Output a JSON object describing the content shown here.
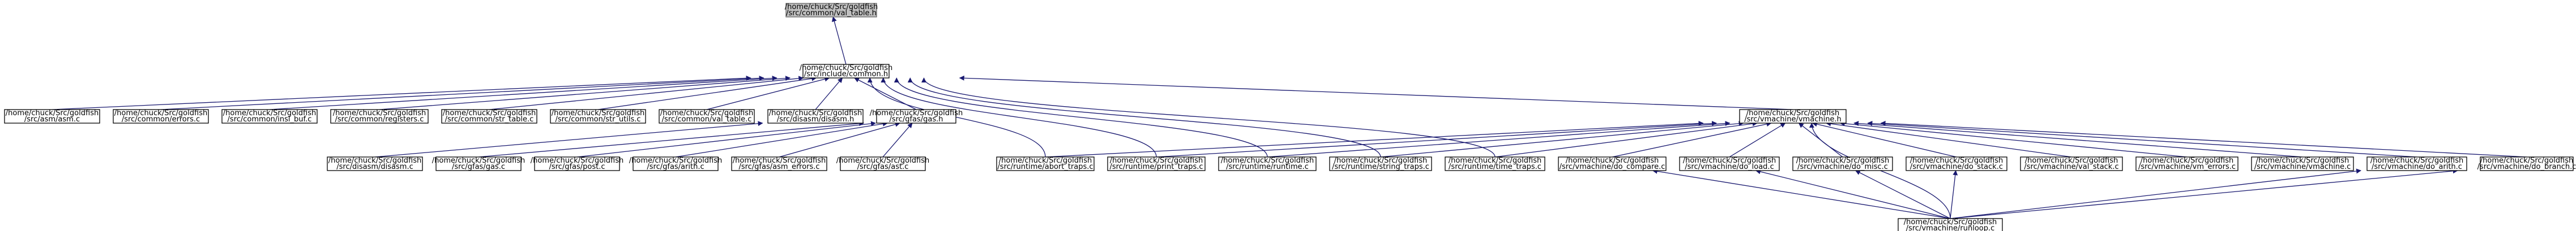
{
  "graph": {
    "colors": {
      "edge": "#191970",
      "root_fill": "#bfbfbf",
      "node_fill": "#ffffff",
      "node_border": "#000000"
    },
    "nodes": [
      {
        "id": "root",
        "lines": [
          "/home/chuck/Src/goldfish",
          "/src/common/val_table.h"
        ],
        "root": true
      },
      {
        "id": "common_h",
        "lines": [
          "/home/chuck/Src/goldfish",
          "/src/include/common.h"
        ]
      },
      {
        "id": "asm_c",
        "lines": [
          "/home/chuck/Src/goldfish",
          "/src/asm/asm.c"
        ]
      },
      {
        "id": "errors_c",
        "lines": [
          "/home/chuck/Src/goldfish",
          "/src/common/errors.c"
        ]
      },
      {
        "id": "insl_buf_c",
        "lines": [
          "/home/chuck/Src/goldfish",
          "/src/common/insl_buf.c"
        ]
      },
      {
        "id": "registers_c",
        "lines": [
          "/home/chuck/Src/goldfish",
          "/src/common/registers.c"
        ]
      },
      {
        "id": "str_table_c",
        "lines": [
          "/home/chuck/Src/goldfish",
          "/src/common/str_table.c"
        ]
      },
      {
        "id": "str_utils_c",
        "lines": [
          "/home/chuck/Src/goldfish",
          "/src/common/str_utils.c"
        ]
      },
      {
        "id": "val_table_c",
        "lines": [
          "/home/chuck/Src/goldfish",
          "/src/common/val_table.c"
        ]
      },
      {
        "id": "disasm_h",
        "lines": [
          "/home/chuck/Src/goldfish",
          "/src/disasm/disasm.h"
        ]
      },
      {
        "id": "gas_h",
        "lines": [
          "/home/chuck/Src/goldfish",
          "/src/gfas/gas.h"
        ]
      },
      {
        "id": "vm_h",
        "lines": [
          "/home/chuck/Src/goldfish",
          "/src/vmachine/vmachine.h"
        ]
      },
      {
        "id": "disasm_c",
        "lines": [
          "/home/chuck/Src/goldfish",
          "/src/disasm/disasm.c"
        ]
      },
      {
        "id": "gas_c",
        "lines": [
          "/home/chuck/Src/goldfish",
          "/src/gfas/gas.c"
        ]
      },
      {
        "id": "post_c",
        "lines": [
          "/home/chuck/Src/goldfish",
          "/src/gfas/post.c"
        ]
      },
      {
        "id": "arith_c",
        "lines": [
          "/home/chuck/Src/goldfish",
          "/src/gfas/arith.c"
        ]
      },
      {
        "id": "asm_errors_c",
        "lines": [
          "/home/chuck/Src/goldfish",
          "/src/gfas/asm_errors.c"
        ]
      },
      {
        "id": "ast_c",
        "lines": [
          "/home/chuck/Src/goldfish",
          "/src/gfas/ast.c"
        ]
      },
      {
        "id": "abort_traps_c",
        "lines": [
          "/home/chuck/Src/goldfish",
          "/src/runtime/abort_traps.c"
        ]
      },
      {
        "id": "print_traps_c",
        "lines": [
          "/home/chuck/Src/goldfish",
          "/src/runtime/print_traps.c"
        ]
      },
      {
        "id": "runtime_c",
        "lines": [
          "/home/chuck/Src/goldfish",
          "/src/runtime/runtime.c"
        ]
      },
      {
        "id": "string_traps_c",
        "lines": [
          "/home/chuck/Src/goldfish",
          "/src/runtime/string_traps.c"
        ]
      },
      {
        "id": "time_traps_c",
        "lines": [
          "/home/chuck/Src/goldfish",
          "/src/runtime/time_traps.c"
        ]
      },
      {
        "id": "do_compare_c",
        "lines": [
          "/home/chuck/Src/goldfish",
          "/src/vmachine/do_compare.c"
        ]
      },
      {
        "id": "do_load_c",
        "lines": [
          "/home/chuck/Src/goldfish",
          "/src/vmachine/do_load.c"
        ]
      },
      {
        "id": "do_misc_c",
        "lines": [
          "/home/chuck/Src/goldfish",
          "/src/vmachine/do_misc.c"
        ]
      },
      {
        "id": "do_stack_c",
        "lines": [
          "/home/chuck/Src/goldfish",
          "/src/vmachine/do_stack.c"
        ]
      },
      {
        "id": "val_stack_c",
        "lines": [
          "/home/chuck/Src/goldfish",
          "/src/vmachine/val_stack.c"
        ]
      },
      {
        "id": "vm_errors_c",
        "lines": [
          "/home/chuck/Src/goldfish",
          "/src/vmachine/vm_errors.c"
        ]
      },
      {
        "id": "vmachine_c",
        "lines": [
          "/home/chuck/Src/goldfish",
          "/src/vmachine/vmachine.c"
        ]
      },
      {
        "id": "do_arith_c",
        "lines": [
          "/home/chuck/Src/goldfish",
          "/src/vmachine/do_arith.c"
        ]
      },
      {
        "id": "do_branch_c",
        "lines": [
          "/home/chuck/Src/goldfish",
          "/src/vmachine/do_branch.c"
        ]
      },
      {
        "id": "runloop_c",
        "lines": [
          "/home/chuck/Src/goldfish",
          "/src/vmachine/runloop.c"
        ]
      }
    ],
    "edges": [
      [
        "common_h",
        "root"
      ],
      [
        "asm_c",
        "common_h"
      ],
      [
        "errors_c",
        "common_h"
      ],
      [
        "insl_buf_c",
        "common_h"
      ],
      [
        "registers_c",
        "common_h"
      ],
      [
        "str_table_c",
        "common_h"
      ],
      [
        "str_utils_c",
        "common_h"
      ],
      [
        "val_table_c",
        "common_h"
      ],
      [
        "disasm_h",
        "common_h"
      ],
      [
        "gas_h",
        "common_h"
      ],
      [
        "vm_h",
        "common_h"
      ],
      [
        "abort_traps_c",
        "common_h"
      ],
      [
        "print_traps_c",
        "common_h"
      ],
      [
        "runtime_c",
        "common_h"
      ],
      [
        "string_traps_c",
        "common_h"
      ],
      [
        "time_traps_c",
        "common_h"
      ],
      [
        "disasm_c",
        "disasm_h"
      ],
      [
        "gas_c",
        "gas_h"
      ],
      [
        "post_c",
        "gas_h"
      ],
      [
        "arith_c",
        "gas_h"
      ],
      [
        "asm_errors_c",
        "gas_h"
      ],
      [
        "ast_c",
        "gas_h"
      ],
      [
        "abort_traps_c",
        "vm_h"
      ],
      [
        "print_traps_c",
        "vm_h"
      ],
      [
        "runtime_c",
        "vm_h"
      ],
      [
        "string_traps_c",
        "vm_h"
      ],
      [
        "time_traps_c",
        "vm_h"
      ],
      [
        "do_compare_c",
        "vm_h"
      ],
      [
        "do_load_c",
        "vm_h"
      ],
      [
        "do_misc_c",
        "vm_h"
      ],
      [
        "do_stack_c",
        "vm_h"
      ],
      [
        "val_stack_c",
        "vm_h"
      ],
      [
        "vm_errors_c",
        "vm_h"
      ],
      [
        "vmachine_c",
        "vm_h"
      ],
      [
        "do_arith_c",
        "vm_h"
      ],
      [
        "do_branch_c",
        "vm_h"
      ],
      [
        "runloop_c",
        "vm_h"
      ],
      [
        "runloop_c",
        "do_compare_c"
      ],
      [
        "runloop_c",
        "do_load_c"
      ],
      [
        "runloop_c",
        "do_misc_c"
      ],
      [
        "runloop_c",
        "do_stack_c"
      ],
      [
        "runloop_c",
        "do_arith_c"
      ],
      [
        "runloop_c",
        "do_branch_c"
      ]
    ]
  }
}
